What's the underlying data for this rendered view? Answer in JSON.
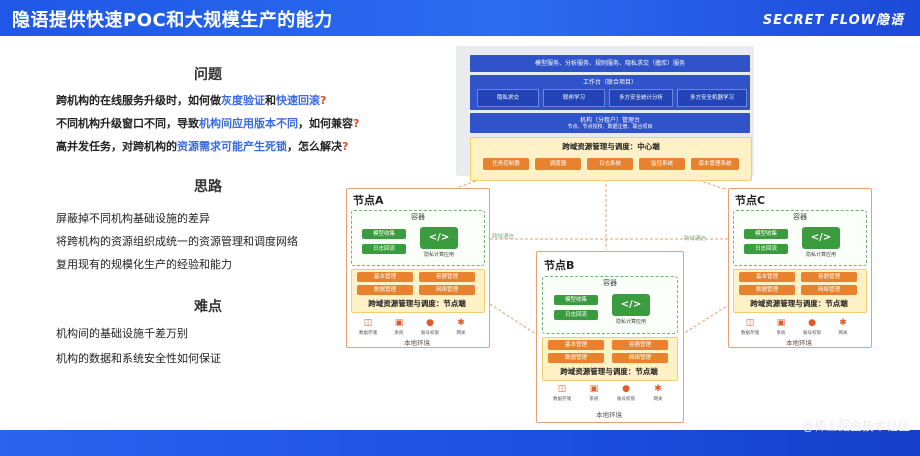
{
  "header": {
    "title": "隐语提供快速POC和大规模生产的能力",
    "logo": "SECRET FLOW隐语"
  },
  "left": {
    "problem": {
      "heading": "问题",
      "line1": {
        "a": "跨机构的在线服务升级时，如何做",
        "b": "灰度验证",
        "c": "和",
        "d": "快速回滚",
        "e": "?"
      },
      "line2": {
        "a": "不同机构升级窗口不同，导致",
        "b": "机构间应用版本不同",
        "c": "，如何兼容",
        "d": "?"
      },
      "line3": {
        "a": "高并发任务，对跨机构的",
        "b": "资源需求可能产生死锁",
        "c": "，怎么解决",
        "d": "?"
      }
    },
    "approach": {
      "heading": "思路",
      "items": [
        "屏蔽掉不同机构基础设施的差异",
        "将跨机构的资源组织成统一的资源管理和调度网络",
        "复用现有的规模化生产的经验和能力"
      ]
    },
    "difficulty": {
      "heading": "难点",
      "items": [
        "机构间的基础设施千差万别",
        "机构的数据和系统安全性如何保证"
      ]
    }
  },
  "diagram": {
    "top": {
      "services": "模型服务、分析服务、规则服务、隐私求交（撞库）服务",
      "workbench": "工作台（联合项目）",
      "workbench_items": [
        "隐私求交",
        "联邦学习",
        "多方安全统计分析",
        "多方安全机器学习"
      ],
      "tenant": "机构（分租户）管理台",
      "tenant_sub": "节点、节点授权、数据注册、联合项目",
      "center_title": "跨域资源管理与调度：中心端",
      "center_items": [
        "任务控制器",
        "调度器",
        "日志系统",
        "监控系统",
        "版本管理系统"
      ]
    },
    "node": {
      "names": [
        "节点A",
        "节点B",
        "节点C"
      ],
      "container": "容器",
      "green_items": [
        "模型收集",
        "日志回流"
      ],
      "code_label": "隐私计算应用",
      "orange_items": [
        "基本管理",
        "容器管理",
        "数据管理",
        "网络管理"
      ],
      "node_mgmt": "跨域资源管理与调度：节点端",
      "icons": [
        "数据存储",
        "系统",
        "账号权限",
        "网关"
      ],
      "env": "本地环境",
      "link": "跨域通信"
    }
  },
  "watermark": "@稀土掘金技术社区",
  "colors": {
    "brand": "#2b6cf0",
    "accent": "#e8822f",
    "green": "#3b9c3f",
    "navy": "#3153c9"
  }
}
